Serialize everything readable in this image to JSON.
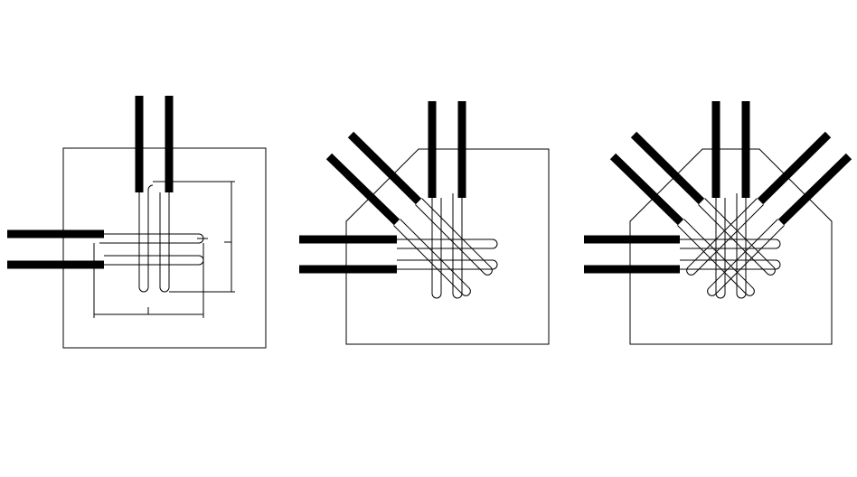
{
  "diagram": {
    "colors": {
      "background": "#ffffff",
      "line": "#000000",
      "bar": "#000000"
    },
    "panels": [
      {
        "id": "panel-1",
        "outline_shape": "square",
        "bar_directions": [
          "vertical",
          "horizontal"
        ],
        "loop_directions": [
          "vertical",
          "horizontal"
        ],
        "has_dimension_lines": true
      },
      {
        "id": "panel-2",
        "outline_shape": "chamfered-top-left",
        "bar_directions": [
          "vertical",
          "horizontal",
          "diagonal-left"
        ],
        "loop_directions": [
          "vertical",
          "horizontal",
          "diagonal-left"
        ],
        "has_dimension_lines": false
      },
      {
        "id": "panel-3",
        "outline_shape": "chamfered-both-top",
        "bar_directions": [
          "vertical",
          "horizontal",
          "diagonal-left",
          "diagonal-right"
        ],
        "loop_directions": [
          "vertical",
          "horizontal",
          "diagonal-left",
          "diagonal-right"
        ],
        "has_dimension_lines": false
      }
    ]
  }
}
